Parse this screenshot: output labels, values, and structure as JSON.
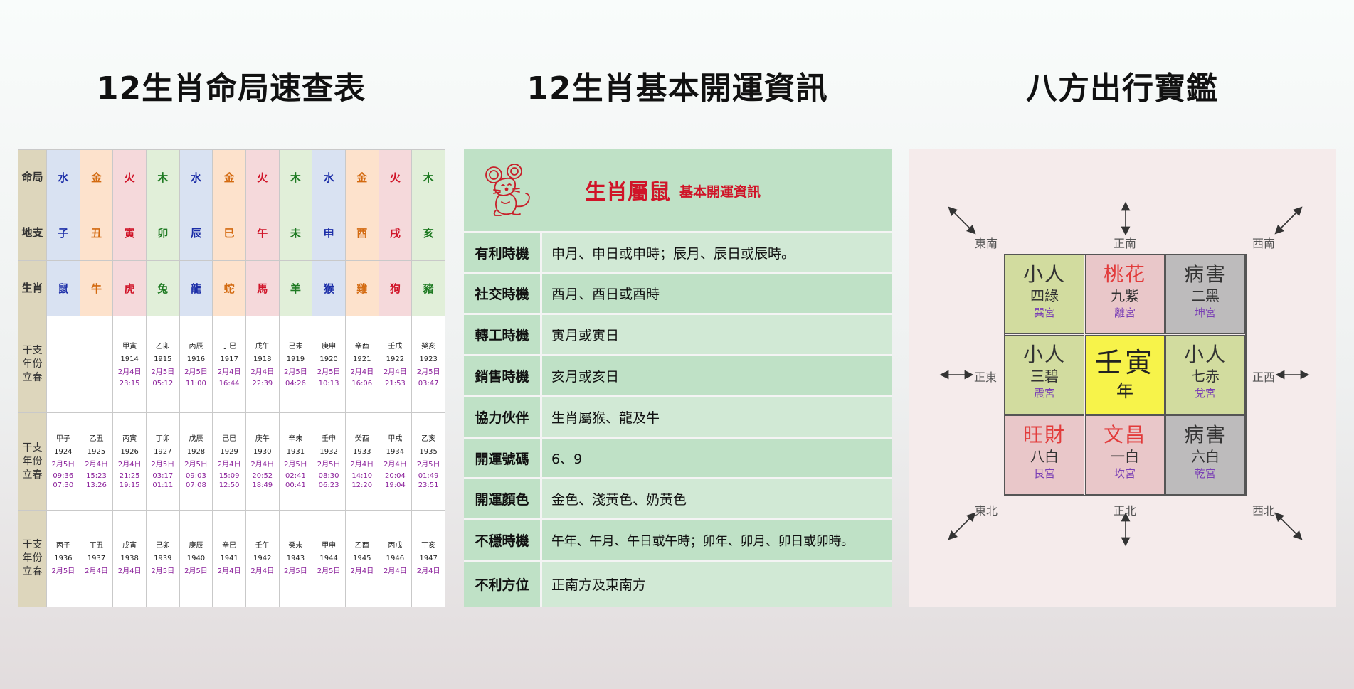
{
  "titles": {
    "table": "12生肖命局速查表",
    "fortune": "12生肖基本開運資訊",
    "travel": "八方出行寶鑑"
  },
  "colors": {
    "water": "#1c2ea8",
    "metal": "#d36a10",
    "fire": "#d01428",
    "wood": "#1e7a22",
    "water_bg": "#d9e2f2",
    "metal_bg": "#fde2cc",
    "fire_bg": "#f5d9db",
    "wood_bg": "#e1efd9",
    "header_green": "#bfe1c6",
    "accent_red": "#d01428"
  },
  "table": {
    "row_headers": {
      "element": "命局",
      "branch": "地支",
      "zodiac": "生肖",
      "year": "干支\n年份\n立春"
    },
    "elements_type": [
      "water",
      "metal",
      "fire",
      "wood",
      "water",
      "metal",
      "fire",
      "wood",
      "water",
      "metal",
      "fire",
      "wood"
    ],
    "elements": [
      "水",
      "金",
      "火",
      "木",
      "水",
      "金",
      "火",
      "木",
      "水",
      "金",
      "火",
      "木"
    ],
    "branches": [
      "子",
      "丑",
      "寅",
      "卯",
      "辰",
      "巳",
      "午",
      "未",
      "申",
      "酉",
      "戌",
      "亥"
    ],
    "zodiacs": [
      "鼠",
      "牛",
      "虎",
      "兔",
      "龍",
      "蛇",
      "馬",
      "羊",
      "猴",
      "雞",
      "狗",
      "豬"
    ],
    "year_rows": [
      [
        null,
        null,
        {
          "gz": "甲寅",
          "year": "1914",
          "date": "2月4日",
          "time": "23:15"
        },
        {
          "gz": "乙卯",
          "year": "1915",
          "date": "2月5日",
          "time": "05:12"
        },
        {
          "gz": "丙辰",
          "year": "1916",
          "date": "2月5日",
          "time": "11:00"
        },
        {
          "gz": "丁巳",
          "year": "1917",
          "date": "2月4日",
          "time": "16:44"
        },
        {
          "gz": "戊午",
          "year": "1918",
          "date": "2月4日",
          "time": "22:39"
        },
        {
          "gz": "己未",
          "year": "1919",
          "date": "2月5日",
          "time": "04:26"
        },
        {
          "gz": "庚申",
          "year": "1920",
          "date": "2月5日",
          "time": "10:13"
        },
        {
          "gz": "辛酉",
          "year": "1921",
          "date": "2月4日",
          "time": "16:06"
        },
        {
          "gz": "壬戌",
          "year": "1922",
          "date": "2月4日",
          "time": "21:53"
        },
        {
          "gz": "癸亥",
          "year": "1923",
          "date": "2月5日",
          "time": "03:47"
        }
      ],
      [
        {
          "gz": "甲子",
          "year": "1924",
          "date": "2月5日",
          "time": "09:36\n07:30"
        },
        {
          "gz": "乙丑",
          "year": "1925",
          "date": "2月4日",
          "time": "15:23\n13:26"
        },
        {
          "gz": "丙寅",
          "year": "1926",
          "date": "2月4日",
          "time": "21:25\n19:15"
        },
        {
          "gz": "丁卯",
          "year": "1927",
          "date": "2月5日",
          "time": "03:17\n01:11"
        },
        {
          "gz": "戊辰",
          "year": "1928",
          "date": "2月5日",
          "time": "09:03\n07:08"
        },
        {
          "gz": "己巳",
          "year": "1929",
          "date": "2月4日",
          "time": "15:09\n12:50"
        },
        {
          "gz": "庚午",
          "year": "1930",
          "date": "2月4日",
          "time": "20:52\n18:49"
        },
        {
          "gz": "辛未",
          "year": "1931",
          "date": "2月5日",
          "time": "02:41\n00:41"
        },
        {
          "gz": "壬申",
          "year": "1932",
          "date": "2月5日",
          "time": "08:30\n06:23"
        },
        {
          "gz": "癸酉",
          "year": "1933",
          "date": "2月4日",
          "time": "14:10\n12:20"
        },
        {
          "gz": "甲戌",
          "year": "1934",
          "date": "2月4日",
          "time": "20:04\n19:04"
        },
        {
          "gz": "乙亥",
          "year": "1935",
          "date": "2月5日",
          "time": "01:49\n23:51"
        }
      ],
      [
        {
          "gz": "丙子",
          "year": "1936",
          "date": "2月5日",
          "time": ""
        },
        {
          "gz": "丁丑",
          "year": "1937",
          "date": "2月4日",
          "time": ""
        },
        {
          "gz": "戊寅",
          "year": "1938",
          "date": "2月4日",
          "time": ""
        },
        {
          "gz": "己卯",
          "year": "1939",
          "date": "2月5日",
          "time": ""
        },
        {
          "gz": "庚辰",
          "year": "1940",
          "date": "2月5日",
          "time": ""
        },
        {
          "gz": "辛巳",
          "year": "1941",
          "date": "2月4日",
          "time": ""
        },
        {
          "gz": "壬午",
          "year": "1942",
          "date": "2月4日",
          "time": ""
        },
        {
          "gz": "癸未",
          "year": "1943",
          "date": "2月5日",
          "time": ""
        },
        {
          "gz": "甲申",
          "year": "1944",
          "date": "2月5日",
          "time": ""
        },
        {
          "gz": "乙酉",
          "year": "1945",
          "date": "2月4日",
          "time": ""
        },
        {
          "gz": "丙戌",
          "year": "1946",
          "date": "2月4日",
          "time": ""
        },
        {
          "gz": "丁亥",
          "year": "1947",
          "date": "2月4日",
          "time": ""
        }
      ]
    ]
  },
  "fortune": {
    "title": "生肖屬鼠",
    "subtitle": "基本開運資訊",
    "icon": "rat-icon",
    "rows": [
      {
        "label": "有利時機",
        "value": "申月、申日或申時；辰月、辰日或辰時。"
      },
      {
        "label": "社交時機",
        "value": "酉月、酉日或酉時"
      },
      {
        "label": "轉工時機",
        "value": "寅月或寅日"
      },
      {
        "label": "銷售時機",
        "value": "亥月或亥日"
      },
      {
        "label": "協力伙伴",
        "value": "生肖屬猴、龍及牛"
      },
      {
        "label": "開運號碼",
        "value": "6、9"
      },
      {
        "label": "開運顏色",
        "value": "金色、淺黃色、奶黃色"
      },
      {
        "label": "不穩時機",
        "value": "午年、午月、午日或午時；卯年、卯月、卯日或卯時。"
      },
      {
        "label": "不利方位",
        "value": "正南方及東南方"
      }
    ]
  },
  "travel": {
    "directions": {
      "se": "東南",
      "s": "正南",
      "sw": "西南",
      "e": "正東",
      "w": "正西",
      "ne": "東北",
      "n": "正北",
      "nw": "西北"
    },
    "center": {
      "name": "壬寅",
      "sub": "年"
    },
    "cells": [
      {
        "name": "小人",
        "star": "四綠",
        "palace": "巽宮",
        "bg": "green",
        "tone": "dark"
      },
      {
        "name": "桃花",
        "star": "九紫",
        "palace": "離宮",
        "bg": "pink",
        "tone": "red"
      },
      {
        "name": "病害",
        "star": "二黑",
        "palace": "坤宮",
        "bg": "grey",
        "tone": "dark"
      },
      {
        "name": "小人",
        "star": "三碧",
        "palace": "震宮",
        "bg": "green",
        "tone": "dark"
      },
      null,
      {
        "name": "小人",
        "star": "七赤",
        "palace": "兌宮",
        "bg": "green",
        "tone": "dark"
      },
      {
        "name": "旺財",
        "star": "八白",
        "palace": "艮宮",
        "bg": "pink",
        "tone": "red"
      },
      {
        "name": "文昌",
        "star": "一白",
        "palace": "坎宮",
        "bg": "pink",
        "tone": "red"
      },
      {
        "name": "病害",
        "star": "六白",
        "palace": "乾宮",
        "bg": "grey",
        "tone": "dark"
      }
    ]
  }
}
